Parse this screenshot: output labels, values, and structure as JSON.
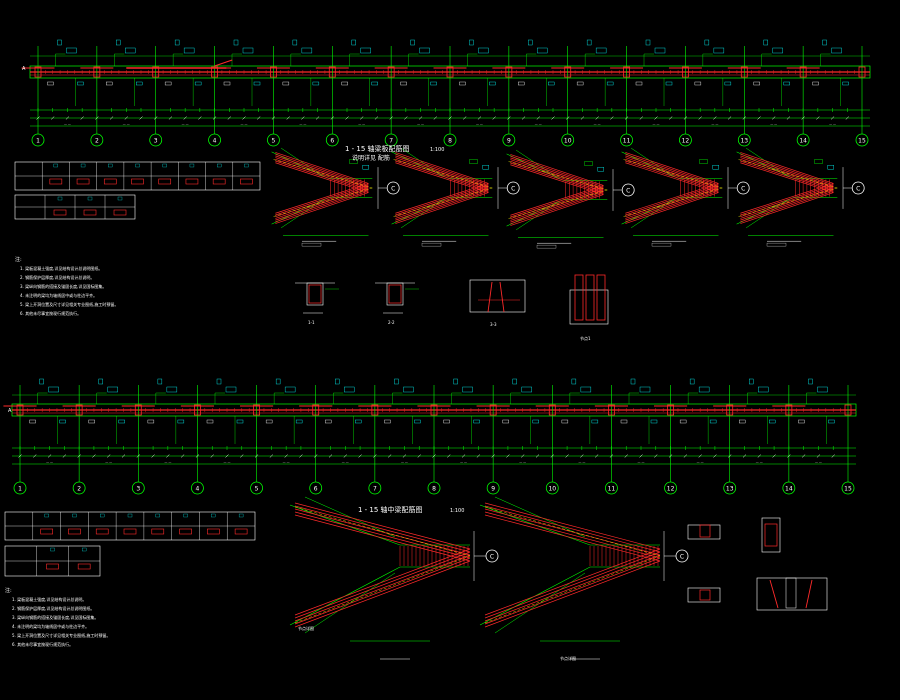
{
  "colors": {
    "background": "#000000",
    "green": "#00ff00",
    "red": "#ff2a2a",
    "white": "#ffffff",
    "cyan": "#00ffff",
    "yellow": "#ffff00"
  },
  "top_plan": {
    "axis_labels": [
      "1",
      "2",
      "3",
      "4",
      "5",
      "6",
      "7",
      "8",
      "9",
      "10",
      "11",
      "12",
      "13",
      "14",
      "15"
    ],
    "title": "1 - 15 轴梁板配筋图",
    "subtitle": "说明详见 配筋",
    "scale": "1:100",
    "left_tag": "A"
  },
  "bottom_plan": {
    "axis_labels": [
      "1",
      "2",
      "3",
      "4",
      "5",
      "6",
      "7",
      "8",
      "9",
      "10",
      "11",
      "12",
      "13",
      "14",
      "15"
    ],
    "title": "1 - 15 轴中梁配筋图",
    "scale": "1:100",
    "left_tag": "A"
  },
  "detail_marker": "C",
  "notes_top": {
    "heading": "注:",
    "lines": [
      "1. 梁板混凝土强度,详见结构设计总说明图纸。",
      "2. 钢筋保护层厚度,详见结构设计总说明。",
      "3. 梁纵向钢筋的搭接及锚固长度,详见国标图集。",
      "4. 未注明的梁均为轴线居中或与柱边平齐。",
      "5. 梁上开洞位置及尺寸详见相关专业图纸,施工时预留。",
      "6. 其他未尽事宜按现行规范执行。"
    ]
  },
  "notes_bottom": {
    "heading": "注:",
    "lines": [
      "1. 梁板混凝土强度,详见结构设计总说明。",
      "2. 钢筋保护层厚度,详见结构设计总说明图纸。",
      "3. 梁纵向钢筋的搭接及锚固长度,详见国标图集。",
      "4. 未注明的梁均为轴线居中或与柱边平齐。",
      "5. 梁上开洞位置及尺寸详见相关专业图纸,施工时预留。",
      "6. 其他未尽事宜按现行规范执行。"
    ]
  },
  "detail_labels": {
    "section_1": "1-1",
    "section_2": "2-2",
    "section_3": "3-3",
    "detail_1": "节点1",
    "joint_label": "节点详图",
    "joint_label_2": "节点详图"
  }
}
